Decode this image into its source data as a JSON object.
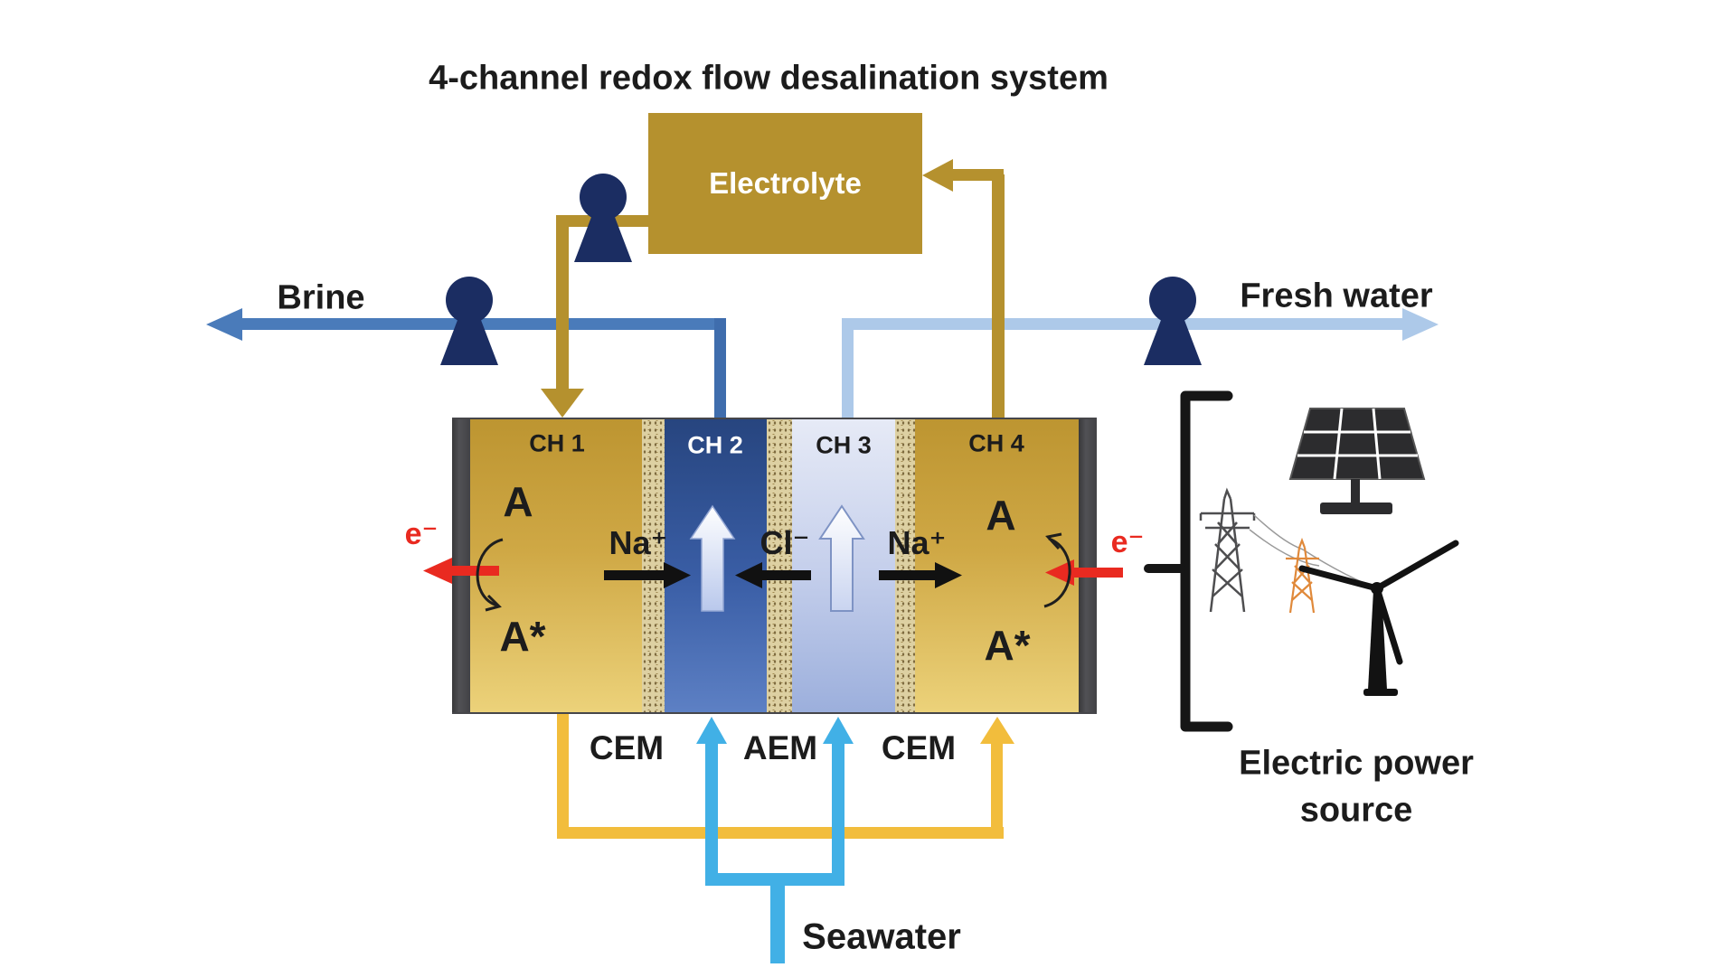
{
  "title": "4-channel redox flow desalination system",
  "electrolyte": {
    "label": "Electrolyte"
  },
  "streams": {
    "brine": "Brine",
    "fresh_water": "Fresh water",
    "seawater": "Seawater"
  },
  "cell": {
    "channels": [
      {
        "label": "CH 1"
      },
      {
        "label": "CH 2"
      },
      {
        "label": "CH 3"
      },
      {
        "label": "CH 4"
      }
    ],
    "membranes": [
      "CEM",
      "AEM",
      "CEM"
    ],
    "species": {
      "a": "A",
      "a_star": "A*",
      "electron": "e⁻",
      "na": "Na⁺",
      "cl": "Cl⁻"
    }
  },
  "power": {
    "line1": "Electric power",
    "line2": "source",
    "icons": [
      "solar-panel",
      "transmission-towers",
      "wind-turbine"
    ]
  },
  "colors": {
    "electrolyte_gold": "#b5912e",
    "loop_yellow": "#f2bd3c",
    "seawater_cyan": "#41b0e6",
    "brine_blue": "#4a7bba",
    "fresh_blue": "#adc9e9",
    "pump_navy": "#1b2d62",
    "electron_red": "#e92a20"
  }
}
